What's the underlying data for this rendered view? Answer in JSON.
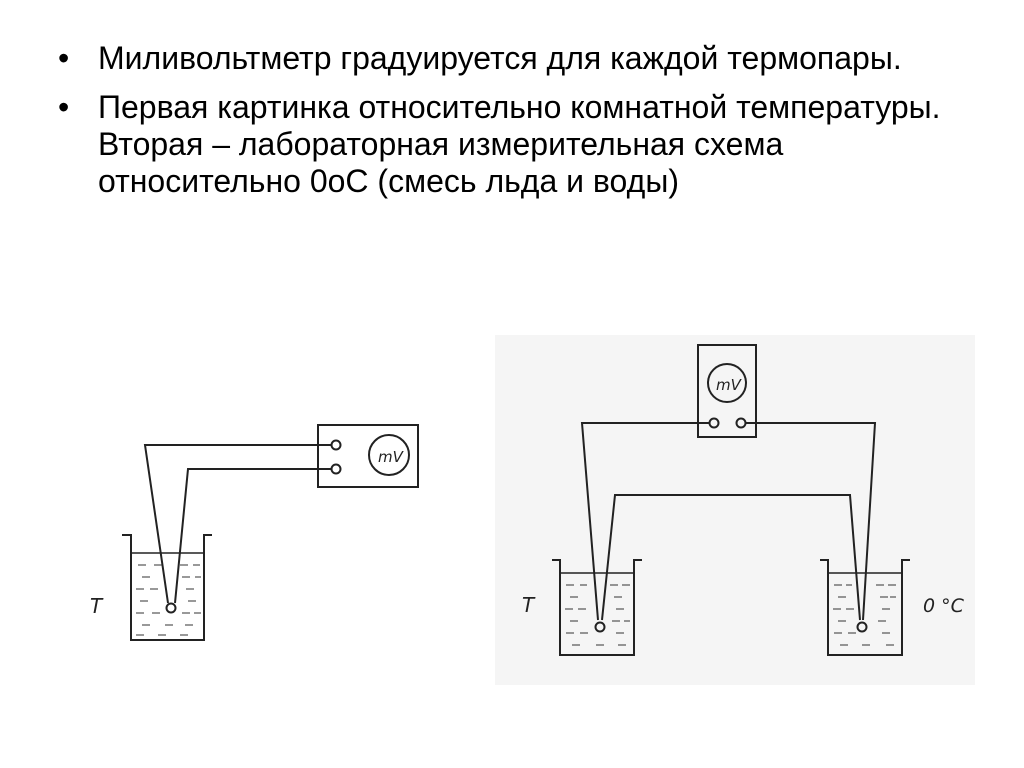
{
  "slide": {
    "bullets": [
      {
        "text": "Миливольтметр градуируется для каждой термопары."
      },
      {
        "text": "Первая картинка относительно комнатной температуры. Вторая – лабораторная измерительная схема относительно 0oC (смесь льда и воды)"
      }
    ],
    "bullet_glyph": "•"
  },
  "figure": {
    "left_diagram": {
      "meter_label": "mV",
      "bath_label": "T"
    },
    "right_diagram": {
      "meter_label": "mV",
      "bath_left_label": "T",
      "bath_right_label": "0 °C"
    }
  },
  "colors": {
    "ink": "#222222",
    "scan_tint": "#f4f4f4"
  }
}
